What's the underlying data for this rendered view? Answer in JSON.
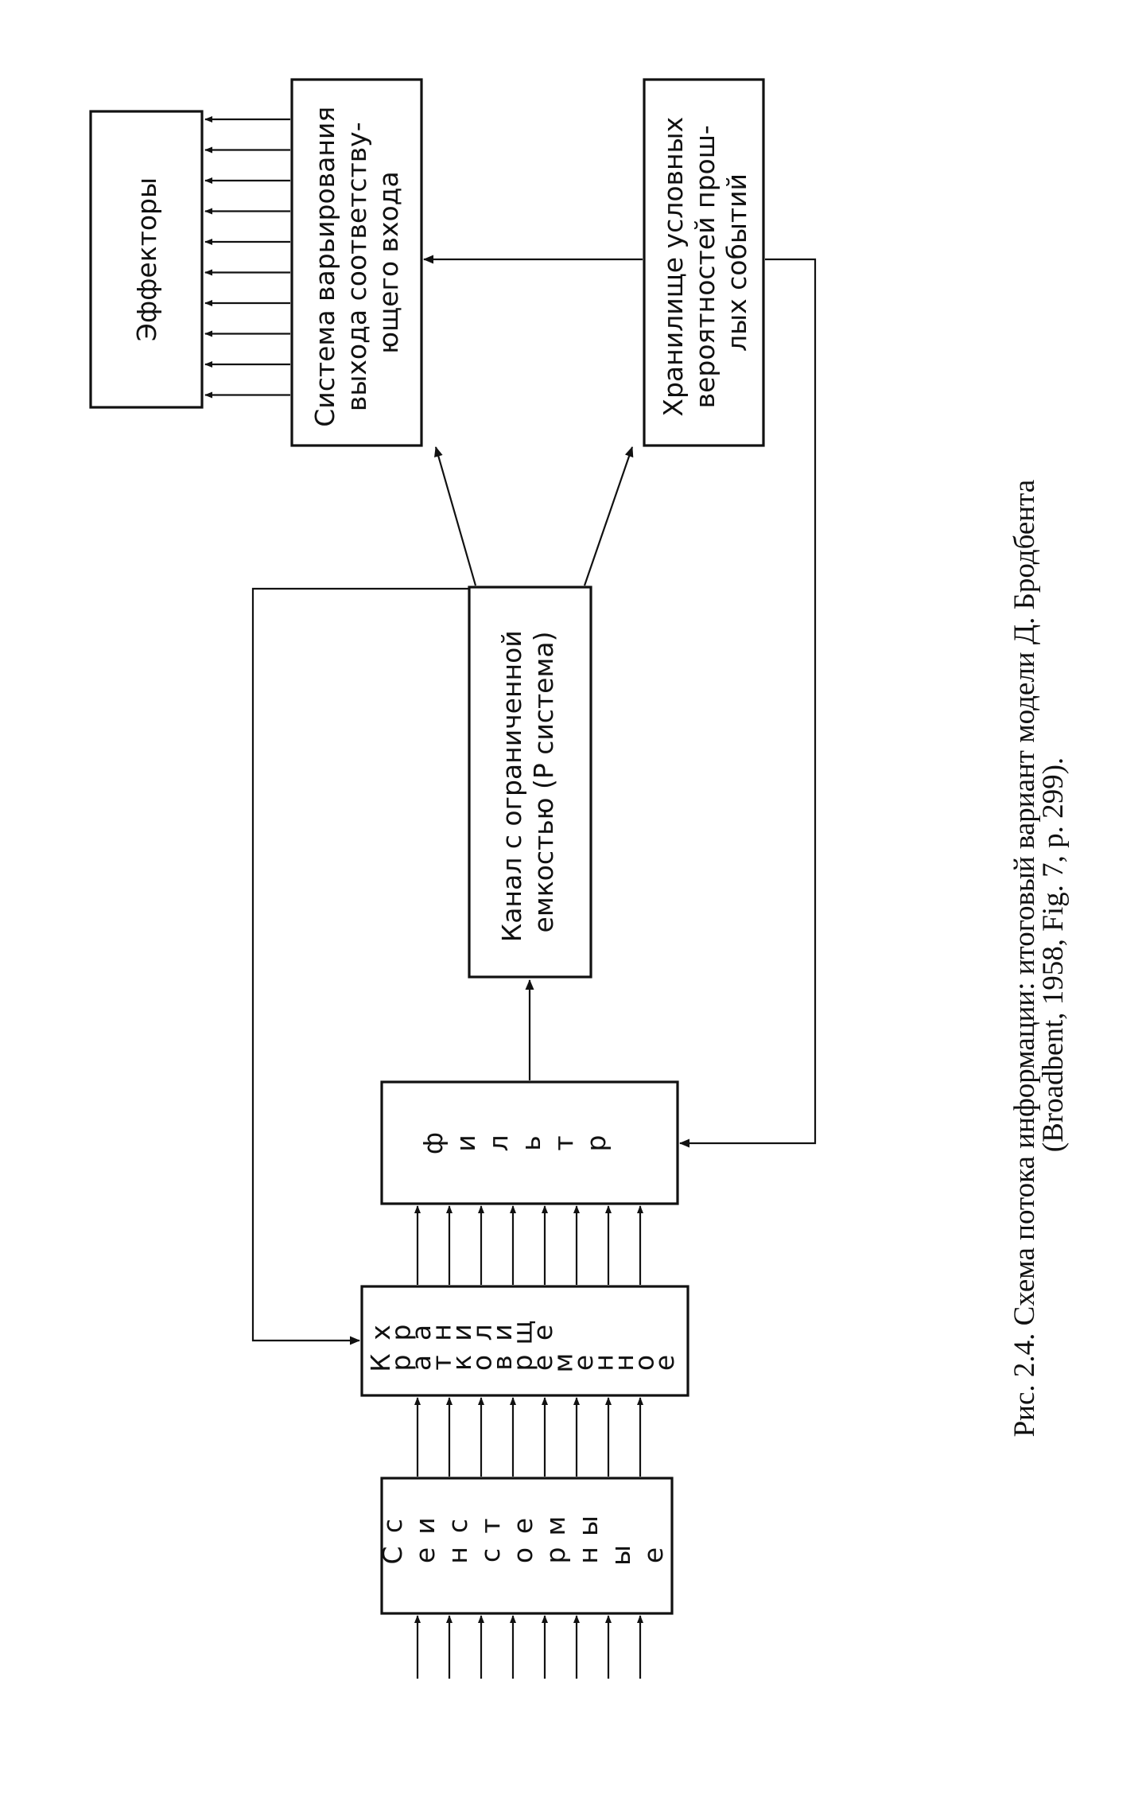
{
  "blocks": {
    "effectors": "Эффекторы",
    "output_system": [
      "Система варьирования",
      "выхода соответству-",
      "ющего входа"
    ],
    "store": [
      "Хранилище условных",
      "вероятностей прош-",
      "лых событий"
    ],
    "channel": [
      "Канал с ограниченной",
      "емкостью (Р система)"
    ],
    "filter": [
      "ф",
      "и",
      "л",
      "ь",
      "т",
      "р"
    ],
    "short_term_store": [
      "К",
      "р",
      "а",
      "т",
      "к",
      "о",
      "в",
      "р",
      "е",
      "м",
      "е",
      "н",
      "н",
      "о",
      "е"
    ],
    "short_term_store_2": [
      "х",
      "р",
      "а",
      "н",
      "и",
      "л",
      "и",
      "щ",
      "е"
    ],
    "sensory_systems": [
      "С",
      "е",
      "н",
      "с",
      "о",
      "р",
      "н",
      "ы",
      "е"
    ],
    "sensory_systems_2": [
      "с",
      "и",
      "с",
      "т",
      "е",
      "м",
      "ы"
    ]
  },
  "caption": {
    "line1": "Рис. 2.4. Схема потока информации: итоговый вариант модели Д. Бродбента",
    "line2": "(Broadbent, 1958, Fig. 7, p. 299)."
  },
  "colors": {
    "ink": "#111111",
    "paper": "#ffffff"
  }
}
